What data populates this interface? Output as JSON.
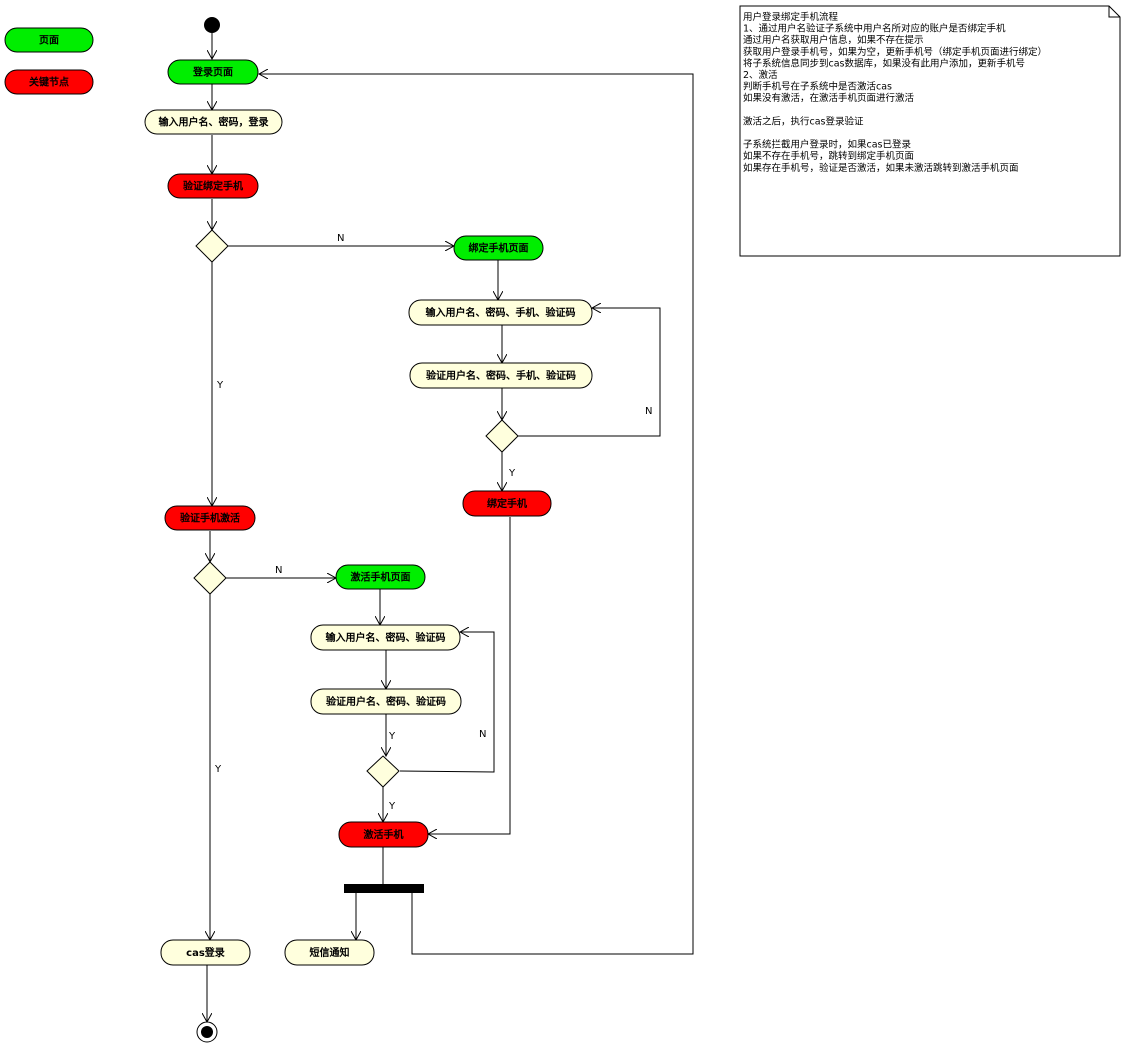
{
  "colors": {
    "page": "#00ee00",
    "key": "#ff0000",
    "action": "#ffffdd",
    "bar": "#000000"
  },
  "legend": {
    "page": "页面",
    "key": "关键节点"
  },
  "nodes": {
    "login_page": "登录页面",
    "input_user_pwd_login": "输入用户名、密码，登录",
    "verify_bind_phone": "验证绑定手机",
    "bind_phone_page": "绑定手机页面",
    "input_user_pwd_phone_code": "输入用户名、密码、手机、验证码",
    "verify_user_pwd_phone_code": "验证用户名、密码、手机、验证码",
    "bind_phone": "绑定手机",
    "verify_phone_activate": "验证手机激活",
    "activate_phone_page": "激活手机页面",
    "input_user_pwd_code": "输入用户名、密码、验证码",
    "verify_user_pwd_code": "验证用户名、密码、验证码",
    "activate_phone": "激活手机",
    "cas_login": "cas登录",
    "sms_notify": "短信通知"
  },
  "edge_labels": {
    "bind_no": "N",
    "bind_yes": "Y",
    "bind_retry_no": "N",
    "bind_ok_yes": "Y",
    "activate_no": "N",
    "activate_yes": "Y",
    "verify_code_yes": "Y",
    "activate_retry_no": "N",
    "activate_ok_yes": "Y"
  },
  "note": {
    "lines": [
      "用户登录绑定手机流程",
      "1、通过用户名验证子系统中用户名所对应的账户是否绑定手机",
      "      通过用户名获取用户信息，如果不存在提示",
      "      获取用户登录手机号，如果为空，更新手机号（绑定手机页面进行绑定）",
      "      将子系统信息同步到cas数据库，如果没有此用户添加，更新手机号",
      "2、激活",
      "      判断手机号在子系统中是否激活cas",
      "      如果没有激活，在激活手机页面进行激活",
      "",
      "激活之后，执行cas登录验证",
      "",
      "子系统拦截用户登录时，如果cas已登录",
      "如果不存在手机号，跳转到绑定手机页面",
      "如果存在手机号，验证是否激活，如果未激活跳转到激活手机页面"
    ]
  }
}
